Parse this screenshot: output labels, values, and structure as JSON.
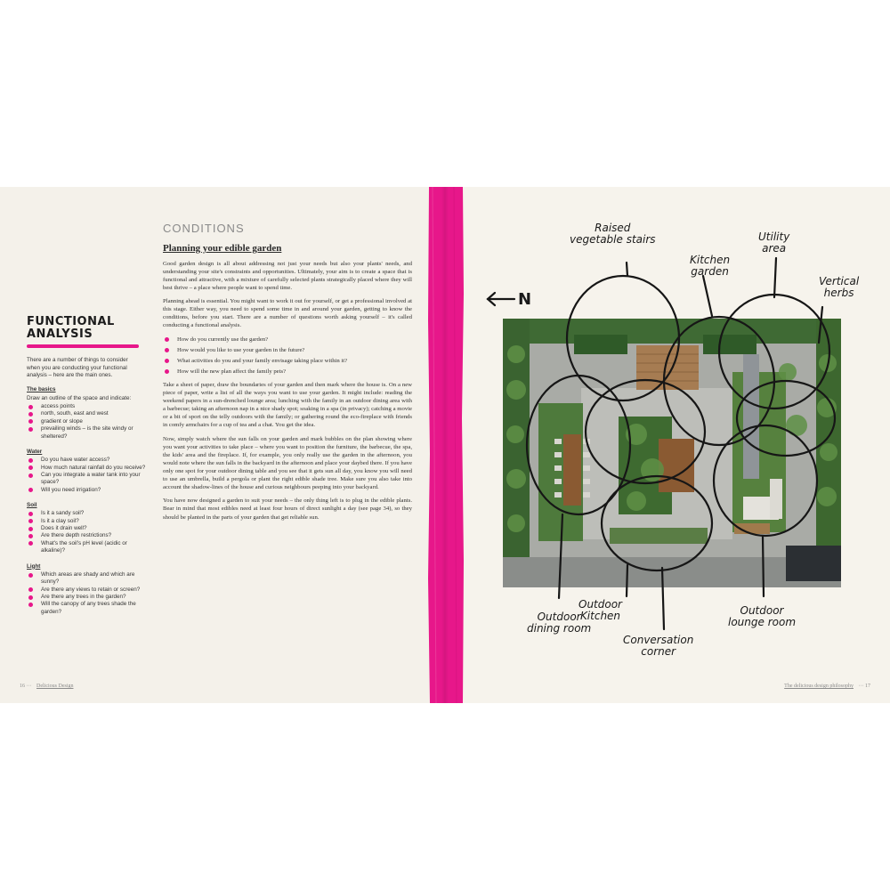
{
  "sidebar": {
    "title_line1": "FUNCTIONAL",
    "title_line2": "ANALYSIS",
    "intro": "There are a number of things to consider when you are conducting your functional analysis – here are the main ones.",
    "sections": [
      {
        "heading": "The basics",
        "lead": "Draw an outline of the space and indicate:",
        "items": [
          "access points",
          "north, south, east and west",
          "gradient or slope",
          "prevailing winds – is the site windy or sheltered?"
        ]
      },
      {
        "heading": "Water",
        "items": [
          "Do you have water access?",
          "How much natural rainfall do you receive?",
          "Can you integrate a water tank into your space?",
          "Will you need irrigation?"
        ]
      },
      {
        "heading": "Soil",
        "items": [
          "Is it a sandy soil?",
          "Is it a clay soil?",
          "Does it drain well?",
          "Are there depth restrictions?",
          "What's the soil's pH level (acidic or alkaline)?"
        ]
      },
      {
        "heading": "Light",
        "items": [
          "Which areas are shady and which are sunny?",
          "Are there any views to retain or screen?",
          "Are there any trees in the garden?",
          "Will the canopy of any trees shade the garden?"
        ]
      }
    ]
  },
  "main": {
    "section_label": "CONDITIONS",
    "title": "Planning your edible garden",
    "p1": "Good garden design is all about addressing not just your needs but also your plants' needs, and understanding your site's constraints and opportunities. Ultimately, your aim is to create a space that is functional and attractive, with a mixture of carefully selected plants strategically placed where they will best thrive – a place where people want to spend time.",
    "p2": "Planning ahead is essential. You might want to work it out for yourself, or get a professional involved at this stage. Either way, you need to spend some time in and around your garden, getting to know the conditions, before you start. There are a number of questions worth asking yourself – it's called conducting a functional analysis.",
    "questions": [
      "How do you currently use the garden?",
      "How would you like to use your garden in the future?",
      "What activities do you and your family envisage taking place within it?",
      "How will the new plan affect the family pets?"
    ],
    "p3": "Take a sheet of paper, draw the boundaries of your garden and then mark where the house is. On a new piece of paper, write a list of all the ways you want to use your garden. It might include: reading the weekend papers in a sun-drenched lounge area; lunching with the family in an outdoor dining area with a barbecue; taking an afternoon nap in a nice shady spot; soaking in a spa (in privacy); catching a movie or a bit of sport on the telly outdoors with the family; or gathering round the eco-fireplace with friends in comfy armchairs for a cup of tea and a chat. You get the idea.",
    "p4": "Now, simply watch where the sun falls on your garden and mark bubbles on the plan showing where you want your activities to take place – where you want to position the furniture, the barbecue, the spa, the kids' area and the fireplace. If, for example, you only really use the garden in the afternoon, you would note where the sun falls in the backyard in the afternoon and place your daybed there. If you have only one spot for your outdoor dining table and you see that it gets sun all day, you know you will need to use an umbrella, build a pergola or plant the right edible shade tree. Make sure you also take into account the shadow-lines of the house and curious neighbours peeping into your backyard.",
    "p5": "You have now designed a garden to suit your needs – the only thing left is to plug in the edible plants. Bear in mind that most edibles need at least four hours of direct sunlight a day (see page 34), so they should be planted in the parts of your garden that get reliable sun."
  },
  "footer": {
    "left_page": "16",
    "left_sep": "···",
    "left_title": "Delicious Design",
    "right_title": "The delicious design philosophy",
    "right_sep": "···",
    "right_page": "17"
  },
  "plan_labels": {
    "north": "N",
    "raised_1": "Raised",
    "raised_2": "vegetable stairs",
    "utility_1": "Utility",
    "utility_2": "area",
    "kitchen_garden_1": "Kitchen",
    "kitchen_garden_2": "garden",
    "vertical_1": "Vertical",
    "vertical_2": "herbs",
    "dining_1": "Outdoor",
    "dining_2": "dining room",
    "okitchen_1": "Outdoor",
    "okitchen_2": "Kitchen",
    "conversation_1": "Conversation",
    "conversation_2": "corner",
    "lounge_1": "Outdoor",
    "lounge_2": "lounge room"
  },
  "colors": {
    "accent_pink": "#e7178a",
    "page_paper": "#f4f1ea"
  }
}
